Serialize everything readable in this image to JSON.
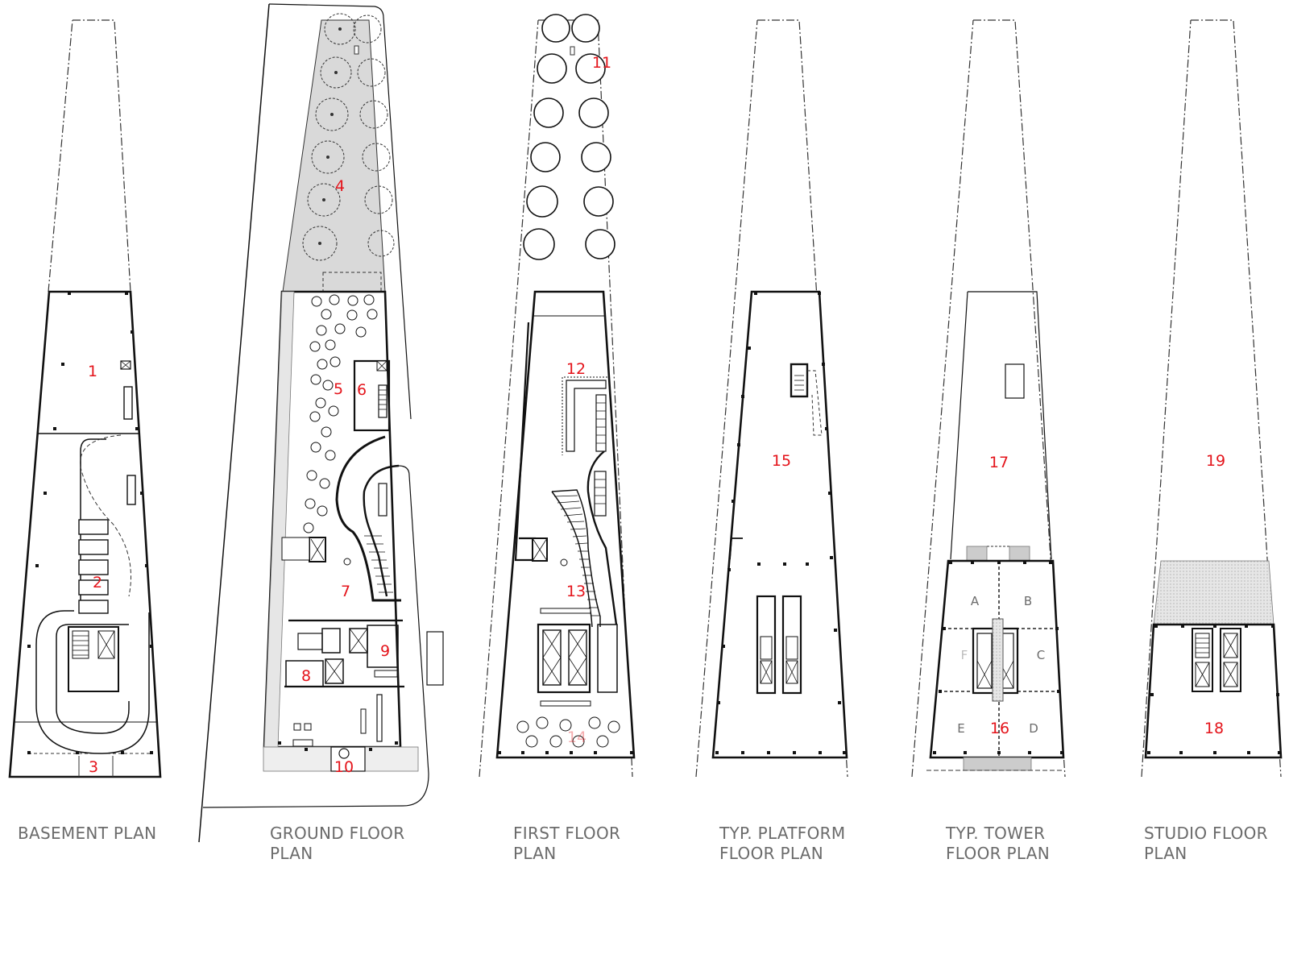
{
  "plans": [
    {
      "caption": [
        "BASEMENT PLAN",
        ""
      ]
    },
    {
      "caption": [
        "GROUND FLOOR",
        "PLAN"
      ]
    },
    {
      "caption": [
        "FIRST FLOOR",
        "PLAN"
      ]
    },
    {
      "caption": [
        "TYP. PLATFORM",
        "FLOOR PLAN"
      ]
    },
    {
      "caption": [
        "TYP. TOWER",
        "FLOOR PLAN"
      ]
    },
    {
      "caption": [
        "STUDIO FLOOR",
        "PLAN"
      ]
    }
  ],
  "room_numbers": [
    "1",
    "2",
    "3",
    "4",
    "5",
    "6",
    "7",
    "8",
    "9",
    "10",
    "11",
    "12",
    "13",
    "14",
    "15",
    "16",
    "17",
    "18",
    "19"
  ],
  "unit_letters": [
    "A",
    "B",
    "C",
    "D",
    "E",
    "F"
  ]
}
